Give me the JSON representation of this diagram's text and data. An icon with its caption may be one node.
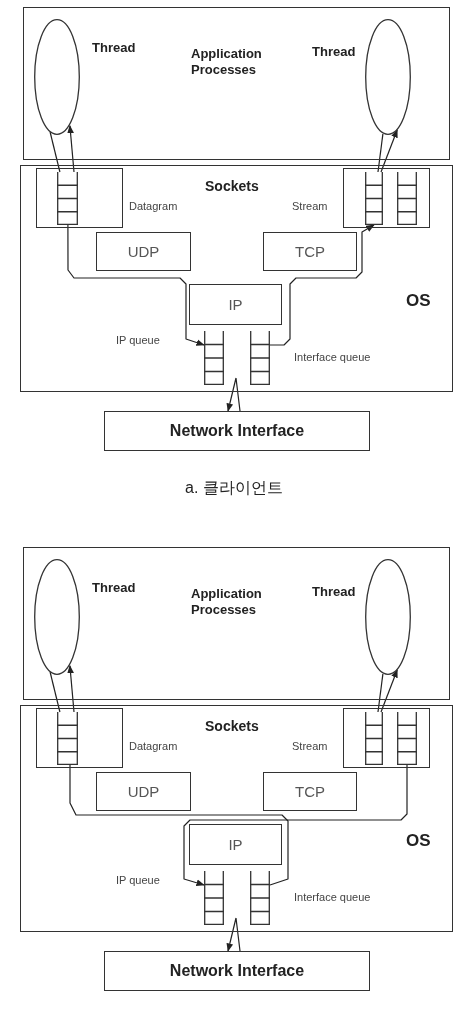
{
  "diagram": {
    "nodes": [
      {
        "text": [
          "Application Processes"
        ]
      },
      {
        "text": [
          "Thread"
        ],
        "in": 0
      },
      {
        "text": [
          "Thread"
        ],
        "in": 0
      },
      {
        "text": [
          "OS"
        ]
      },
      {
        "text": [],
        "shape": "box",
        "in": 3,
        "beside": [
          "Datagram"
        ]
      },
      {
        "text": [],
        "shape": "box",
        "in": 4
      },
      {
        "text": [],
        "shape": "box",
        "in": 3,
        "beside": [
          "Stream"
        ]
      },
      {
        "text": [],
        "shape": "box",
        "in": 6
      },
      {
        "text": [],
        "shape": "box",
        "in": 6
      },
      {
        "text": [
          "UDP"
        ],
        "in": 3
      },
      {
        "text": [
          "TCP"
        ],
        "in": 3
      },
      {
        "text": [
          "IP"
        ],
        "in": 3
      },
      {
        "text": [],
        "shape": "box",
        "in": 3,
        "beside": [
          "IP queue"
        ]
      },
      {
        "text": [],
        "shape": "box",
        "in": 3,
        "beside": [
          "Interface queue"
        ]
      },
      {
        "text": [
          "Network Interface"
        ]
      },
      {
        "text": [
          "Application Processes"
        ]
      },
      {
        "text": [
          "Thread"
        ],
        "in": 15
      },
      {
        "text": [
          "Thread"
        ],
        "in": 15
      },
      {
        "text": [
          "OS"
        ]
      },
      {
        "text": [],
        "shape": "box",
        "in": 18,
        "beside": [
          "Datagram"
        ]
      },
      {
        "text": [],
        "shape": "box",
        "in": 19
      },
      {
        "text": [],
        "shape": "box",
        "in": 18,
        "beside": [
          "Stream"
        ]
      },
      {
        "text": [],
        "shape": "box",
        "in": 21
      },
      {
        "text": [],
        "shape": "box",
        "in": 21
      },
      {
        "text": [
          "UDP"
        ],
        "in": 18
      },
      {
        "text": [
          "TCP"
        ],
        "in": 18
      },
      {
        "text": [
          "IP"
        ],
        "in": 18
      },
      {
        "text": [],
        "shape": "box",
        "in": 18,
        "beside": [
          "IP queue"
        ]
      },
      {
        "text": [],
        "shape": "box",
        "in": 18,
        "beside": [
          "Interface queue"
        ]
      },
      {
        "text": [
          "Network Interface"
        ]
      }
    ],
    "edges": [
      {
        "from": 1,
        "to": 5,
        "arrow": "none"
      },
      {
        "from": 5,
        "to": 1,
        "arrow": "to"
      },
      {
        "from": 2,
        "to": 7,
        "arrow": "none"
      },
      {
        "from": 7,
        "to": 2,
        "arrow": "to"
      },
      {
        "from": 5,
        "to": 12,
        "arrow": "to"
      },
      {
        "from": 13,
        "to": 7,
        "arrow": "to"
      },
      {
        "from": null,
        "to": 14,
        "arrow": "to"
      },
      {
        "from": 16,
        "to": 20,
        "arrow": "none"
      },
      {
        "from": 20,
        "to": 16,
        "arrow": "to"
      },
      {
        "from": 17,
        "to": 22,
        "arrow": "none"
      },
      {
        "from": 22,
        "to": 17,
        "arrow": "to"
      },
      {
        "from": 20,
        "to": 28,
        "arrow": "none"
      },
      {
        "from": 23,
        "to": 27,
        "arrow": "to"
      },
      {
        "from": null,
        "to": 29,
        "arrow": "to"
      }
    ],
    "labels": [
      "Sockets",
      "a. 클라이언트",
      "Sockets"
    ]
  }
}
